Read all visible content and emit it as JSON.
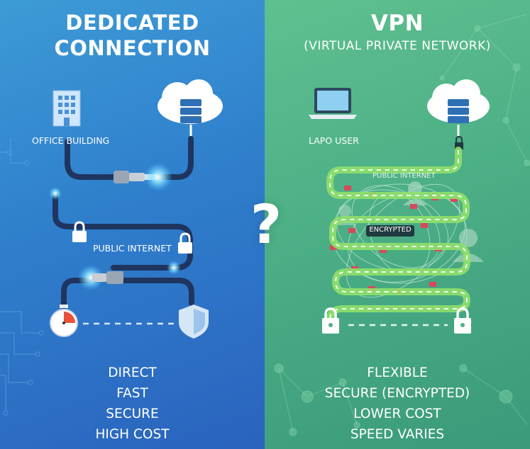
{
  "left": {
    "title_line1": "DEDICATED",
    "title_line2": "CONNECTION",
    "office_label": "OFFICE BUILDING",
    "internet_label": "PUBLIC INTERNET",
    "features": [
      "DIRECT",
      "FAST",
      "SECURE",
      "HIGH COST"
    ]
  },
  "right": {
    "title": "VPN",
    "subtitle": "(VIRTUAL PRIVATE NETWORK)",
    "user_label": "LAPO USER",
    "internet_label": "PUBLIC INTERNET",
    "encrypted_label": "ENCRYPTED",
    "features": [
      "FLEXIBLE",
      "SECURE (ENCRYPTED)",
      "LOWER COST",
      "SPEED VARIES"
    ]
  },
  "center": {
    "question": "?"
  },
  "colors": {
    "left_bg": "#2f7fcc",
    "right_bg": "#4caf86",
    "cable": "#1f3560",
    "vpn_tunnel": "#8fe06a",
    "stopwatch_red": "#e8503a"
  }
}
